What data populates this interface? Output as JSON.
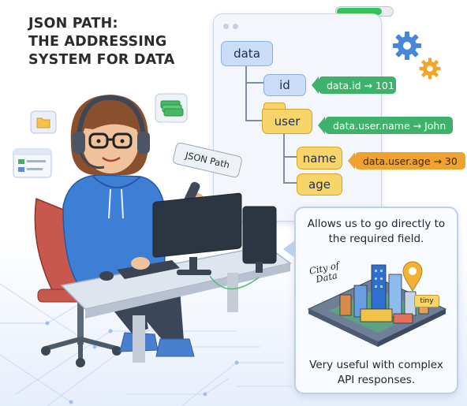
{
  "title": {
    "line1": "JSON PATH:",
    "line2": "THE ADDRESSING",
    "line3": "SYSTEM FOR DATA"
  },
  "progress": {
    "fraction": 0.82,
    "color": "#37c25c"
  },
  "tree": {
    "nodes": {
      "data": "data",
      "id": "id",
      "user": "user",
      "name": "name",
      "age": "age"
    },
    "paths": {
      "id": "data.id → 101",
      "user_name": "data.user.name → John",
      "user_age": "data.user.age → 30"
    }
  },
  "badge": {
    "label": "JSON Path"
  },
  "card": {
    "top_text": "Allows us to go directly to the required field.",
    "city_label_line1": "City of",
    "city_label_line2": "Data",
    "pin_label": "tiny",
    "bottom_text": "Very useful with complex API responses."
  },
  "colors": {
    "node_blue": "#c9dcf8",
    "node_yellow": "#f7d56a",
    "path_green": "#3eb26a",
    "path_orange": "#f0a230",
    "gear_blue": "#4a86d8",
    "gear_orange": "#f2a42c"
  },
  "icons": [
    "gear-icon",
    "folder-icon",
    "money-icon",
    "window-icon",
    "location-pin-icon",
    "headset-icon"
  ]
}
